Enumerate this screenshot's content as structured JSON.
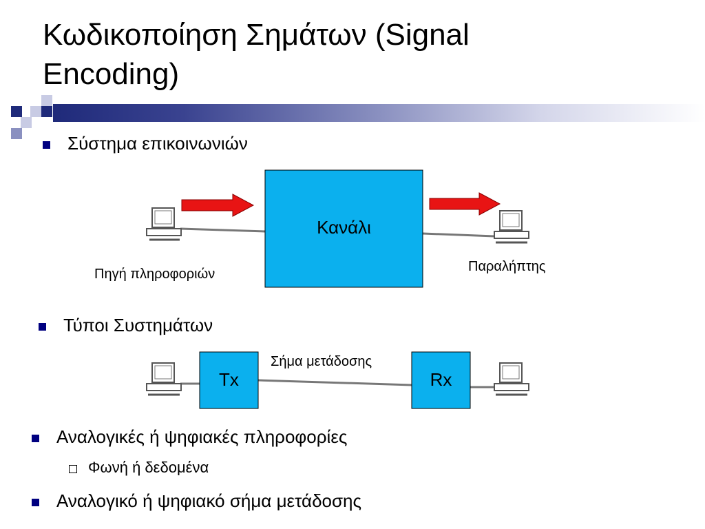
{
  "slide": {
    "title_line1": "Κωδικοποίηση Σημάτων (Signal",
    "title_line2": "Encoding)",
    "bullets": [
      {
        "text": "Σύστημα επικοινωνιών"
      },
      {
        "text": "Τύποι Συστημάτων"
      },
      {
        "text": "Αναλογικές ή ψηφιακές πληροφορίες"
      },
      {
        "text": "Αναλογικό ή ψηφιακό σήμα μετάδοσης"
      }
    ],
    "sub_bullets": [
      {
        "text": "Φωνή ή δεδομένα"
      }
    ]
  },
  "diagram1": {
    "channel_label": "Κανάλι",
    "source_label": "Πηγή πληροφοριών",
    "receiver_label": "Παραλήπτης",
    "box_color": "#0bb0ee",
    "arrow_color": "#e81414"
  },
  "diagram2": {
    "tx_label": "Tx",
    "rx_label": "Rx",
    "signal_label": "Σήμα μετάδοσης"
  },
  "icons": {
    "computer": "computer-icon",
    "arrow": "right-arrow-icon",
    "bullet": "square-bullet-icon"
  }
}
